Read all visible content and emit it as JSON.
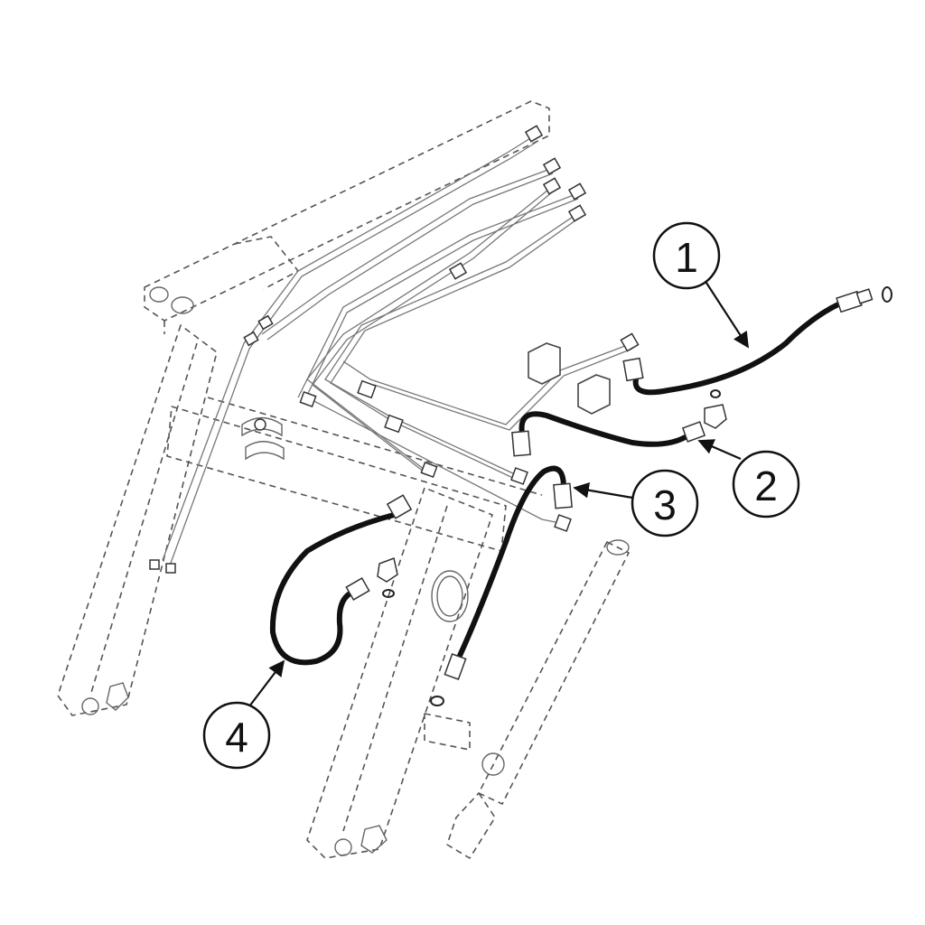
{
  "callouts": [
    {
      "id": "1",
      "label": "1"
    },
    {
      "id": "2",
      "label": "2"
    },
    {
      "id": "3",
      "label": "3"
    },
    {
      "id": "4",
      "label": "4"
    }
  ],
  "colors": {
    "line": "#111111",
    "frame": "#555555",
    "background": "#ffffff"
  }
}
